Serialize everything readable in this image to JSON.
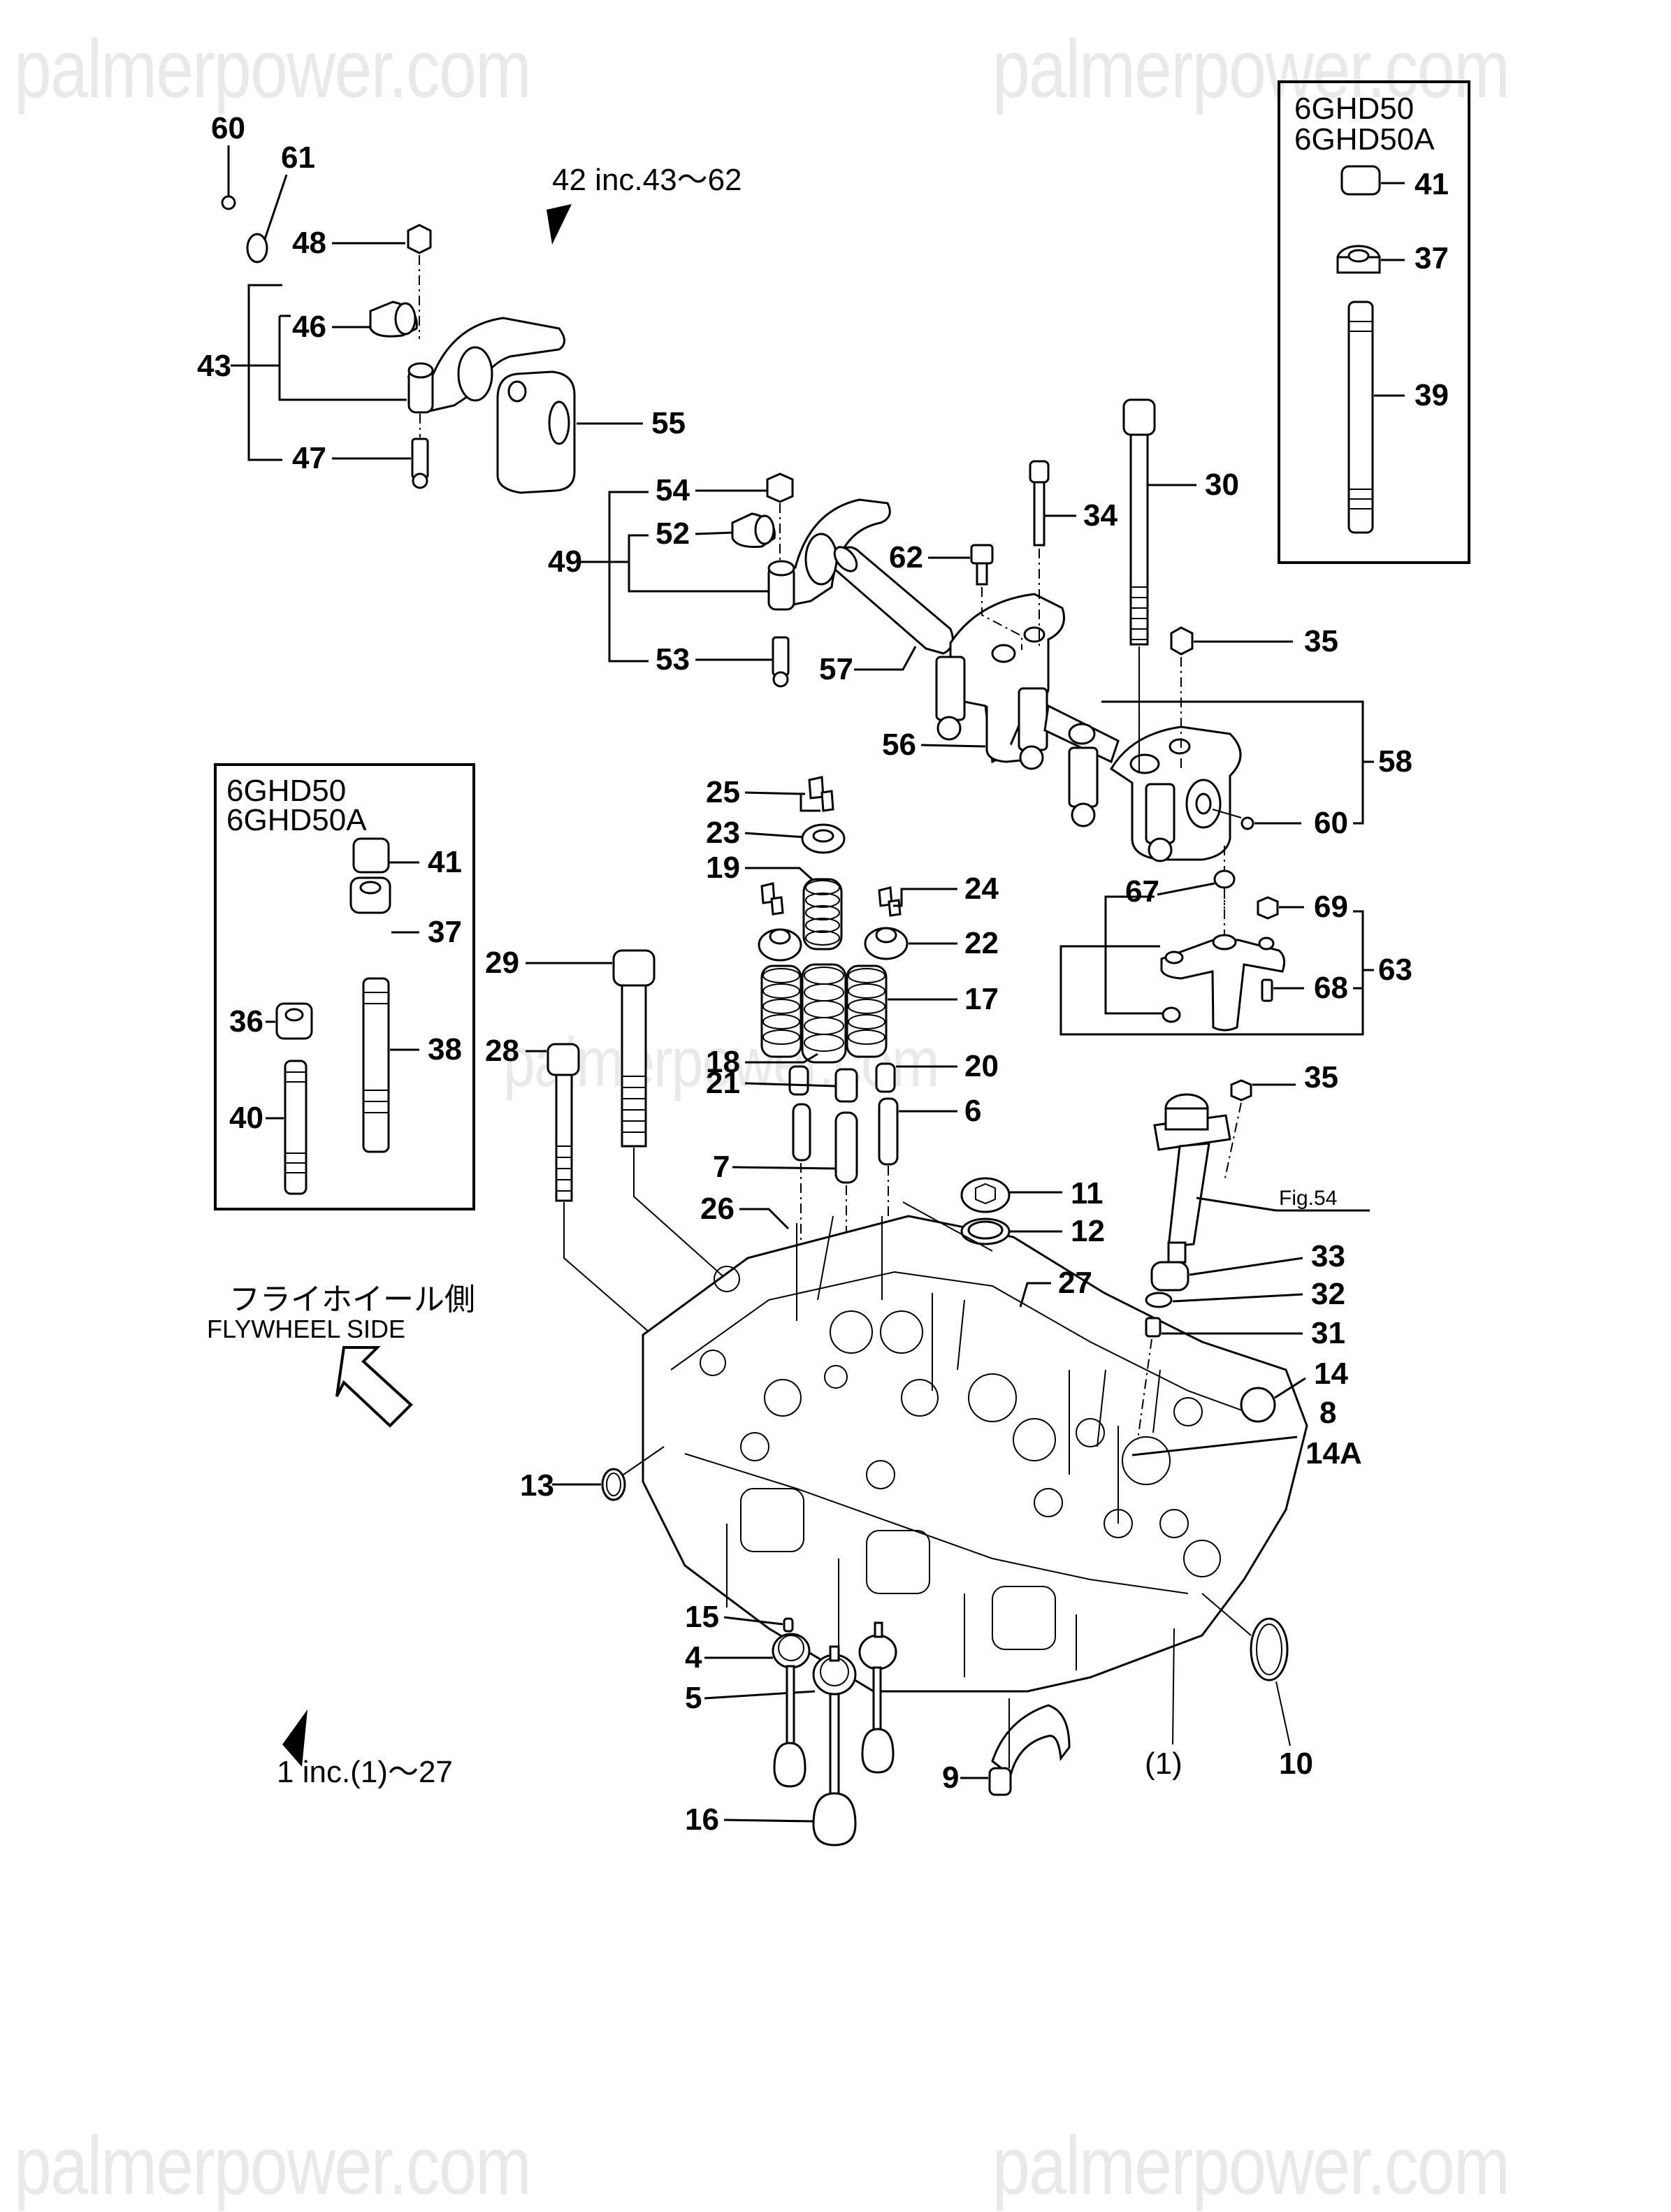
{
  "watermark": "palmerpower.com",
  "title_group_upper": "42 inc.43～62",
  "title_group_lower": "1 inc.(1)～27",
  "flywheel_side": {
    "japanese": "フライホイール側",
    "english": "FLYWHEEL SIDE"
  },
  "figure_ref": "Fig.54",
  "inset_right": {
    "models": [
      "6GHD50",
      "6GHD50A"
    ],
    "parts": [
      "41",
      "37",
      "39"
    ]
  },
  "inset_left": {
    "models": [
      "6GHD50",
      "6GHD50A"
    ],
    "parts": [
      "41",
      "37",
      "36",
      "38",
      "40"
    ]
  },
  "callouts": {
    "p60a": "60",
    "p61": "61",
    "p48": "48",
    "p46": "46",
    "p43": "43",
    "p47": "47",
    "p55": "55",
    "p54": "54",
    "p52": "52",
    "p49": "49",
    "p53": "53",
    "p57": "57",
    "p56": "56",
    "p62": "62",
    "p34": "34",
    "p30": "30",
    "p35a": "35",
    "p58": "58",
    "p60b": "60",
    "p25": "25",
    "p23": "23",
    "p19": "19",
    "p24": "24",
    "p22": "22",
    "p17": "17",
    "p18": "18",
    "p21": "21",
    "p20": "20",
    "p6": "6",
    "p7": "7",
    "p26": "26",
    "p27": "27",
    "p29": "29",
    "p28": "28",
    "p11": "11",
    "p12": "12",
    "p67": "67",
    "p69": "69",
    "p63": "63",
    "p68": "68",
    "p35b": "35",
    "p33": "33",
    "p32": "32",
    "p31": "31",
    "p14": "14",
    "p8": "8",
    "p14A": "14A",
    "p13": "13",
    "p15": "15",
    "p4": "4",
    "p5": "5",
    "p16": "16",
    "p9": "9",
    "p1": "(1)",
    "p10": "10"
  }
}
